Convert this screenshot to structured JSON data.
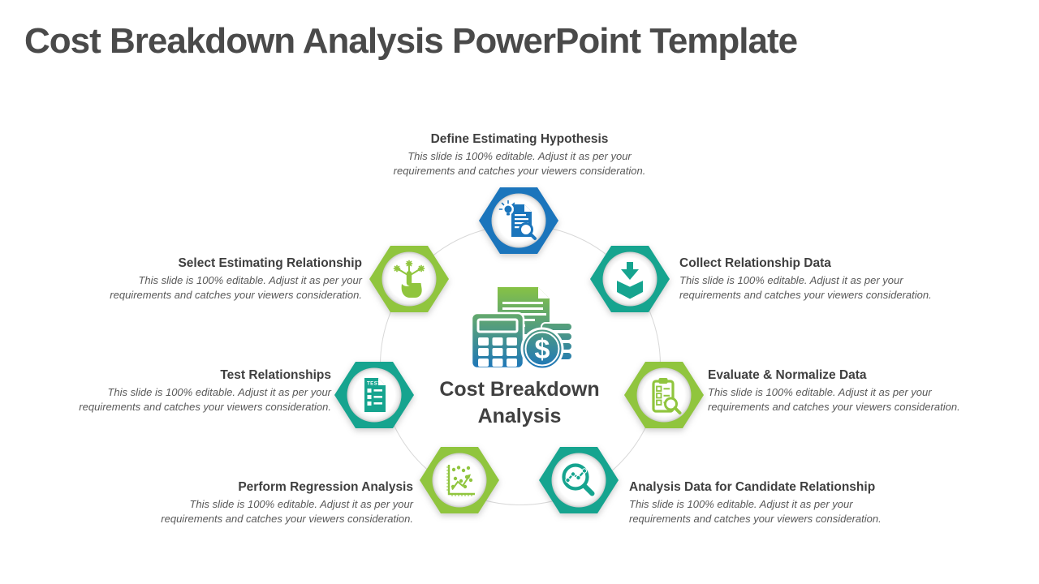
{
  "title": "Cost Breakdown Analysis PowerPoint Template",
  "center": {
    "heading_line1": "Cost Breakdown",
    "heading_line2": "Analysis",
    "icon": "calculator-documents-dollar-coin-icon"
  },
  "steps": [
    {
      "label": "Define Estimating Hypothesis",
      "desc_line1": "This slide is 100% editable. Adjust it as per your",
      "desc_line2": "requirements and catches your viewers consideration.",
      "icon": "document-lightbulb-magnifier-icon",
      "color": "#1b75bc",
      "position": "top"
    },
    {
      "label": "Collect Relationship Data",
      "desc_line1": "This slide is 100% editable. Adjust it as per your",
      "desc_line2": "requirements and catches your viewers consideration.",
      "icon": "download-into-box-icon",
      "color": "#16a48f",
      "position": "upper-right"
    },
    {
      "label": "Evaluate & Normalize Data",
      "desc_line1": "This slide is 100% editable. Adjust it as per your",
      "desc_line2": "requirements and catches your viewers consideration.",
      "icon": "clipboard-checklist-magnifier-icon",
      "color": "#90c53e",
      "position": "right"
    },
    {
      "label": "Analysis Data for Candidate Relationship",
      "desc_line1": "This slide is 100% editable. Adjust it as per your",
      "desc_line2": "requirements and catches your viewers consideration.",
      "icon": "magnifier-line-chart-icon",
      "color": "#16a48f",
      "position": "bottom-right"
    },
    {
      "label": "Perform Regression Analysis",
      "desc_line1": "This slide is 100% editable. Adjust it as per your",
      "desc_line2": "requirements and catches your viewers consideration.",
      "icon": "scatter-plot-trend-arrow-icon",
      "color": "#90c53e",
      "position": "bottom-left"
    },
    {
      "label": "Test Relationships",
      "desc_line1": "This slide is 100% editable. Adjust it as per your",
      "desc_line2": "requirements and catches your viewers consideration.",
      "icon": "test-document-checklist-icon",
      "icon_label": "TEST",
      "color": "#16a48f",
      "position": "left"
    },
    {
      "label": "Select Estimating Relationship",
      "desc_line1": "This slide is 100% editable. Adjust it as per your",
      "desc_line2": "requirements and catches your viewers consideration.",
      "icon": "hand-select-network-icon",
      "color": "#90c53e",
      "position": "upper-left"
    }
  ],
  "colors": {
    "blue": "#1b75bc",
    "teal": "#16a48f",
    "lime": "#90c53e",
    "ring": "#d8d8d8",
    "title_text": "#4a4a4a",
    "heading_text": "#3f3f3f",
    "body_text": "#595959",
    "gradient_top": "#8bc540",
    "gradient_bottom": "#1b75bc"
  }
}
